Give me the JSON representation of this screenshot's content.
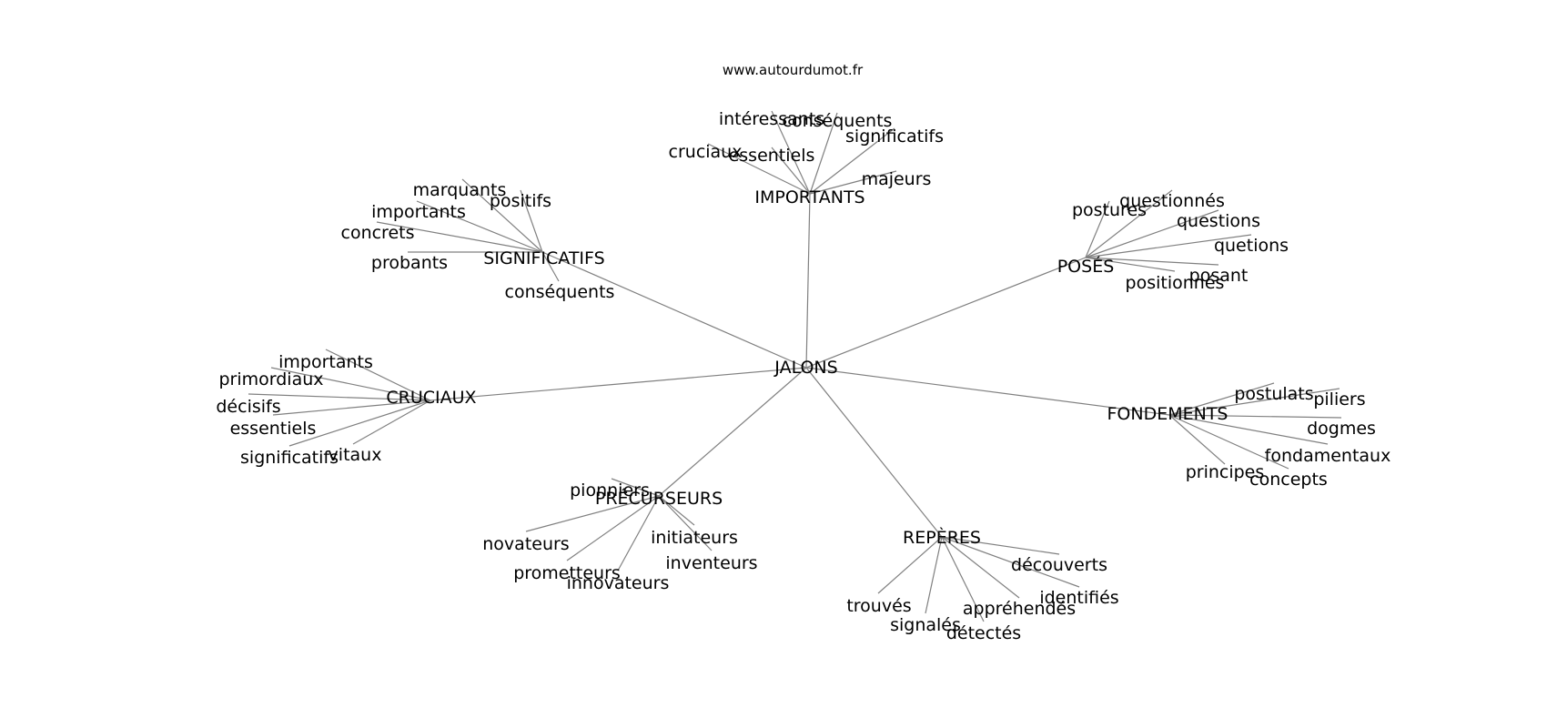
{
  "watermark": "www.autourdumot.fr",
  "center": "JALONS",
  "clusters": [
    {
      "label": "IMPORTANTS",
      "neighbors": [
        "intéressants",
        "conséquents",
        "significatifs",
        "cruciaux",
        "essentiels",
        "majeurs"
      ]
    },
    {
      "label": "SIGNIFICATIFS",
      "neighbors": [
        "marquants",
        "positifs",
        "importants",
        "concrets",
        "probants",
        "conséquents"
      ]
    },
    {
      "label": "POSÉS",
      "neighbors": [
        "questionnés",
        "postures",
        "questions",
        "quetions",
        "posant",
        "positionnés"
      ]
    },
    {
      "label": "CRUCIAUX",
      "neighbors": [
        "importants",
        "primordiaux",
        "décisifs",
        "essentiels",
        "significatifs",
        "vitaux"
      ]
    },
    {
      "label": "FONDEMENTS",
      "neighbors": [
        "postulats",
        "piliers",
        "dogmes",
        "fondamentaux",
        "principes",
        "concepts"
      ]
    },
    {
      "label": "PRÉCURSEURS",
      "neighbors": [
        "pionniers",
        "novateurs",
        "initiateurs",
        "inventeurs",
        "prometteurs",
        "innovateurs"
      ]
    },
    {
      "label": "REPÈRES",
      "neighbors": [
        "découverts",
        "identifiés",
        "appréhendés",
        "trouvés",
        "signalés",
        "détectés"
      ]
    }
  ]
}
